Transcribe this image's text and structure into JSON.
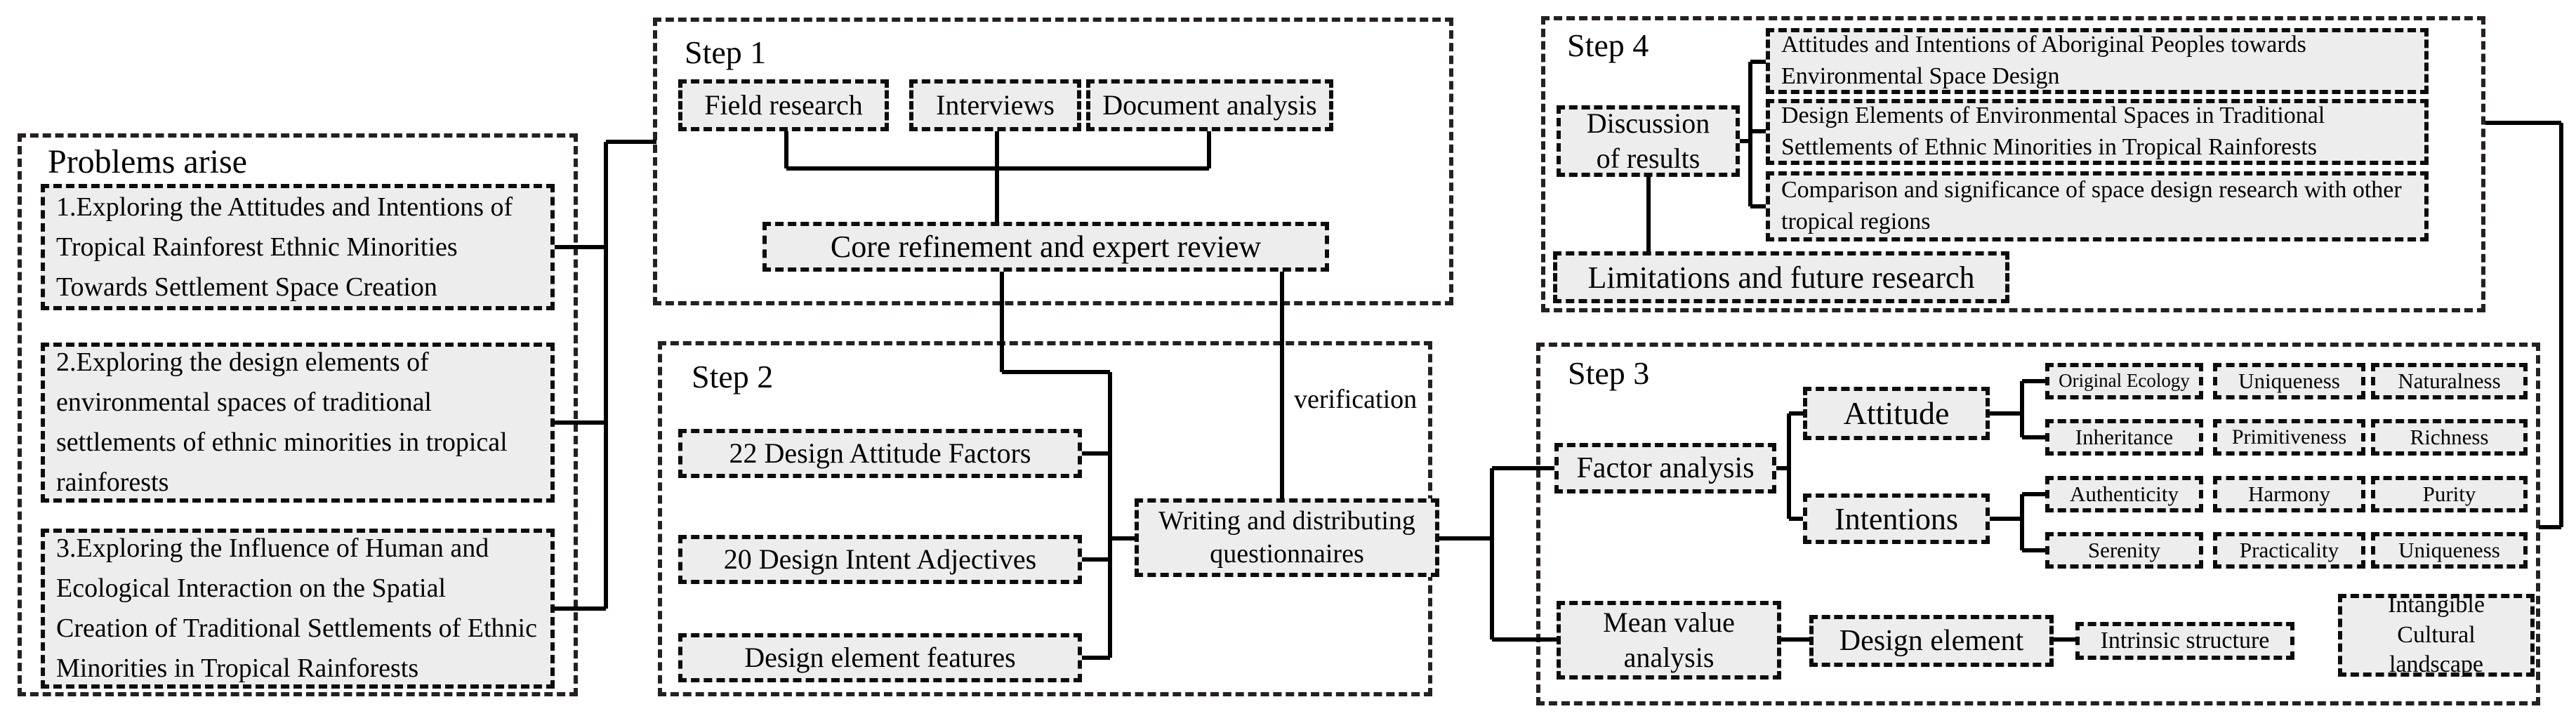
{
  "colors": {
    "box_fill": "#ededed",
    "line": "#000000",
    "border": "#262020"
  },
  "problems": {
    "title": "Problems arise",
    "items": [
      "1.Exploring the Attitudes and Intentions of Tropical Rainforest Ethnic Minorities Towards Settlement Space Creation",
      "2.Exploring the design elements of environmental spaces of traditional settlements of ethnic minorities in tropical rainforests",
      "3.Exploring the Influence of Human and Ecological Interaction on the Spatial Creation of Traditional Settlements of Ethnic Minorities in Tropical Rainforests"
    ]
  },
  "step1": {
    "title": "Step 1",
    "methods": [
      "Field research",
      "Interviews",
      "Document analysis"
    ],
    "core": "Core refinement and expert review"
  },
  "step2": {
    "title": "Step 2",
    "items": [
      "22 Design Attitude Factors",
      "20 Design Intent Adjectives",
      "Design element features"
    ],
    "questionnaire": "Writing and distributing questionnaires",
    "verification_label": "verification"
  },
  "step3": {
    "title": "Step 3",
    "factor_analysis": "Factor analysis",
    "attitude": "Attitude",
    "intentions": "Intentions",
    "attitude_factors": [
      [
        "Original Ecology",
        "Uniqueness",
        "Naturalness"
      ],
      [
        "Inheritance",
        "Primitiveness",
        "Richness"
      ]
    ],
    "intention_factors": [
      [
        "Authenticity",
        "Harmony",
        "Purity"
      ],
      [
        "Serenity",
        "Practicality",
        "Uniqueness"
      ]
    ],
    "mean_value": "Mean value analysis",
    "design_element": "Design element",
    "intrinsic": "Intrinsic structure",
    "intangible": "Intangible Cultural landscape"
  },
  "step4": {
    "title": "Step 4",
    "discussion": "Discussion of results",
    "results": [
      "Attitudes and Intentions of Aboriginal Peoples towards Environmental Space Design",
      "Design Elements of Environmental Spaces in Traditional Settlements of Ethnic Minorities in Tropical Rainforests",
      "Comparison and significance of space design research with other tropical regions"
    ],
    "limitations": "Limitations and future research"
  }
}
